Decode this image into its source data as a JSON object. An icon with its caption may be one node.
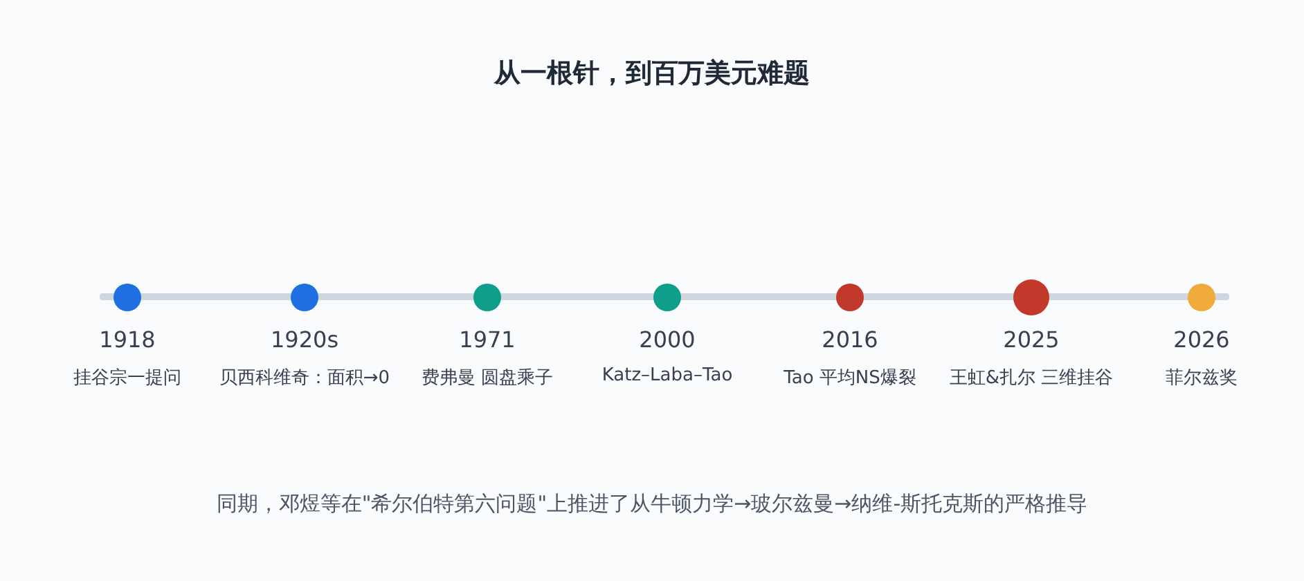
{
  "diagram": {
    "title": "从一根针，到百万美元难题",
    "nodes": [
      {
        "text": [
          "1918",
          "挂谷宗一提问"
        ]
      },
      {
        "text": [
          "1920s",
          "贝西科维奇：面积→0"
        ]
      },
      {
        "text": [
          "1971",
          "费弗曼 圆盘乘子"
        ]
      },
      {
        "text": [
          "2000",
          "Katz–Laba–Tao"
        ]
      },
      {
        "text": [
          "2016",
          "Tao 平均NS爆裂"
        ]
      },
      {
        "text": [
          "2025",
          "王虹&扎尔 三维挂谷"
        ]
      },
      {
        "text": [
          "2026",
          "菲尔兹奖"
        ]
      }
    ],
    "labels": [
      "同期，邓煜等在\"希尔伯特第六问题\"上推进了从牛顿力学→玻尔兹曼→纳维-斯托克斯的严格推导"
    ]
  }
}
